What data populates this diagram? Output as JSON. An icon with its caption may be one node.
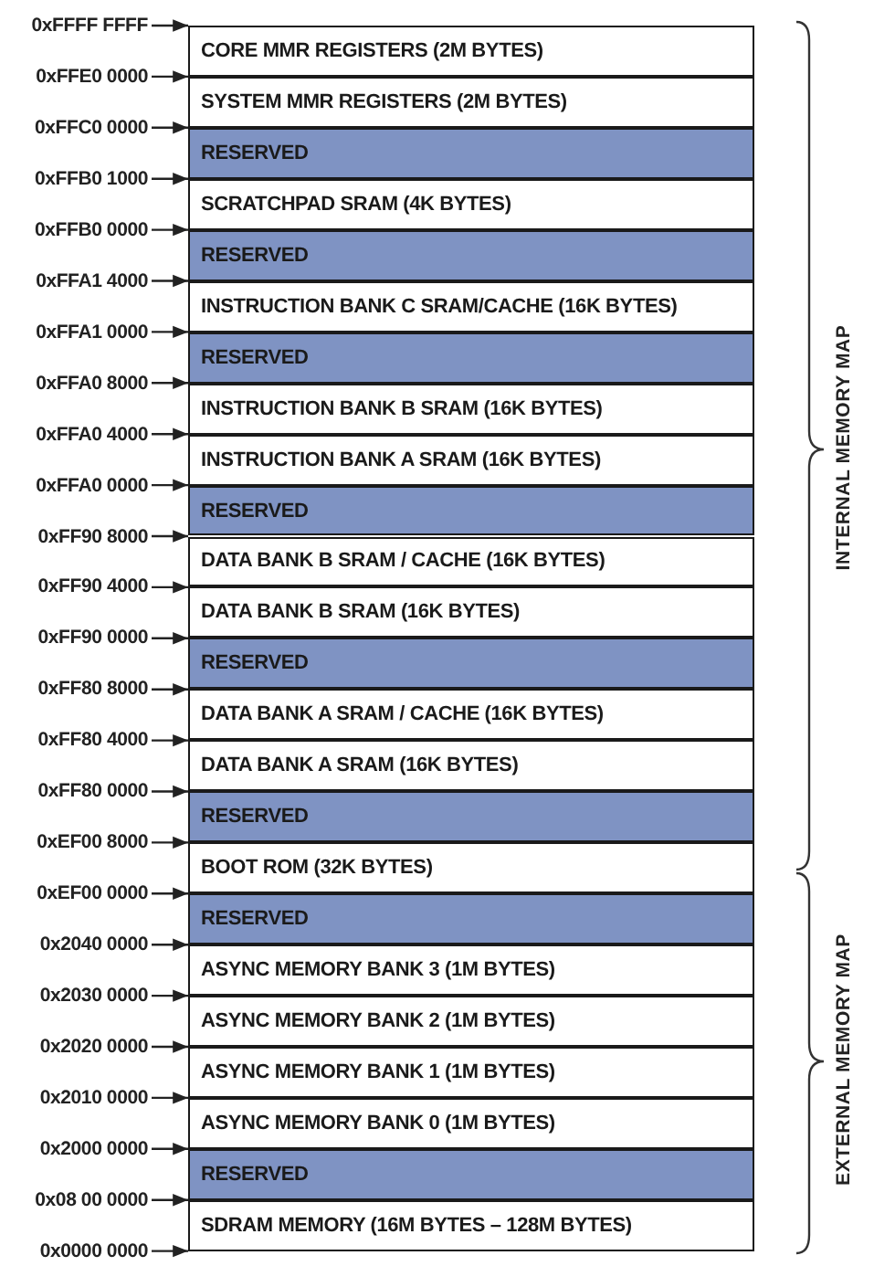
{
  "diagram": {
    "nodes": [
      {
        "text": [
          "CORE MMR REGISTERS (2M BYTES)"
        ]
      },
      {
        "text": [
          "SYSTEM MMR REGISTERS (2M BYTES)"
        ]
      },
      {
        "text": [
          "RESERVED"
        ]
      },
      {
        "text": [
          "SCRATCHPAD SRAM (4K BYTES)"
        ]
      },
      {
        "text": [
          "RESERVED"
        ]
      },
      {
        "text": [
          "INSTRUCTION BANK C SRAM/CACHE (16K BYTES)"
        ]
      },
      {
        "text": [
          "RESERVED"
        ]
      },
      {
        "text": [
          "INSTRUCTION BANK B SRAM (16K BYTES)"
        ]
      },
      {
        "text": [
          "INSTRUCTION BANK A SRAM (16K BYTES)"
        ]
      },
      {
        "text": [
          "RESERVED"
        ]
      },
      {
        "text": [
          "DATA BANK B SRAM / CACHE (16K BYTES)"
        ]
      },
      {
        "text": [
          "DATA BANK B SRAM (16K BYTES)"
        ]
      },
      {
        "text": [
          "RESERVED"
        ]
      },
      {
        "text": [
          "DATA BANK A SRAM / CACHE (16K BYTES)"
        ]
      },
      {
        "text": [
          "DATA BANK A SRAM (16K BYTES)"
        ]
      },
      {
        "text": [
          "RESERVED"
        ]
      },
      {
        "text": [
          "BOOT ROM (32K BYTES)"
        ]
      },
      {
        "text": [
          "RESERVED"
        ]
      },
      {
        "text": [
          "ASYNC MEMORY BANK 3 (1M BYTES)"
        ]
      },
      {
        "text": [
          "ASYNC MEMORY BANK 2 (1M BYTES)"
        ]
      },
      {
        "text": [
          "ASYNC MEMORY BANK 1 (1M BYTES)"
        ]
      },
      {
        "text": [
          "ASYNC MEMORY BANK 0 (1M BYTES)"
        ]
      },
      {
        "text": [
          "RESERVED"
        ]
      },
      {
        "text": [
          "SDRAM MEMORY (16M BYTES – 128M BYTES)"
        ]
      },
      {
        "text": [
          "0xFFFF FFFF"
        ]
      },
      {
        "text": [
          "0xFFE0 0000"
        ]
      },
      {
        "text": [
          "0xFFC0 0000"
        ]
      },
      {
        "text": [
          "0xFFB0 1000"
        ]
      },
      {
        "text": [
          "0xFFB0 0000"
        ]
      },
      {
        "text": [
          "0xFFA1 4000"
        ]
      },
      {
        "text": [
          "0xFFA1 0000"
        ]
      },
      {
        "text": [
          "0xFFA0 8000"
        ]
      },
      {
        "text": [
          "0xFFA0 4000"
        ]
      },
      {
        "text": [
          "0xFFA0 0000"
        ]
      },
      {
        "text": [
          "0xFF90 8000"
        ]
      },
      {
        "text": [
          "0xFF90 4000"
        ]
      },
      {
        "text": [
          "0xFF90 0000"
        ]
      },
      {
        "text": [
          "0xFF80 8000"
        ]
      },
      {
        "text": [
          "0xFF80 4000"
        ]
      },
      {
        "text": [
          "0xFF80 0000"
        ]
      },
      {
        "text": [
          "0xEF00 8000"
        ]
      },
      {
        "text": [
          "0xEF00 0000"
        ]
      },
      {
        "text": [
          "0x2040 0000"
        ]
      },
      {
        "text": [
          "0x2030 0000"
        ]
      },
      {
        "text": [
          "0x2020 0000"
        ]
      },
      {
        "text": [
          "0x2010 0000"
        ]
      },
      {
        "text": [
          "0x2000 0000"
        ]
      },
      {
        "text": [
          "0x08 00 0000"
        ]
      },
      {
        "text": [
          "0x0000 0000"
        ]
      }
    ],
    "edges": [
      {
        "from": 24,
        "to": 0,
        "arrow": "to"
      },
      {
        "from": 25,
        "to": 1,
        "arrow": "to"
      },
      {
        "from": 26,
        "to": 2,
        "arrow": "to"
      },
      {
        "from": 27,
        "to": 3,
        "arrow": "to"
      },
      {
        "from": 28,
        "to": 4,
        "arrow": "to"
      },
      {
        "from": 29,
        "to": 5,
        "arrow": "to"
      },
      {
        "from": 30,
        "to": 6,
        "arrow": "to"
      },
      {
        "from": 31,
        "to": 7,
        "arrow": "to"
      },
      {
        "from": 32,
        "to": 8,
        "arrow": "to"
      },
      {
        "from": 33,
        "to": 9,
        "arrow": "to"
      },
      {
        "from": 34,
        "to": 10,
        "arrow": "to"
      },
      {
        "from": 35,
        "to": 11,
        "arrow": "to"
      },
      {
        "from": 36,
        "to": 12,
        "arrow": "to"
      },
      {
        "from": 37,
        "to": 13,
        "arrow": "to"
      },
      {
        "from": 38,
        "to": 14,
        "arrow": "to"
      },
      {
        "from": 39,
        "to": 15,
        "arrow": "to"
      },
      {
        "from": 40,
        "to": 16,
        "arrow": "to"
      },
      {
        "from": 41,
        "to": 17,
        "arrow": "to"
      },
      {
        "from": 42,
        "to": 18,
        "arrow": "to"
      },
      {
        "from": 43,
        "to": 19,
        "arrow": "to"
      },
      {
        "from": 44,
        "to": 20,
        "arrow": "to"
      },
      {
        "from": 45,
        "to": 21,
        "arrow": "to"
      },
      {
        "from": 46,
        "to": 22,
        "arrow": "to"
      },
      {
        "from": 47,
        "to": 23,
        "arrow": "to"
      },
      {
        "from": 48,
        "to": 23,
        "arrow": "to"
      }
    ],
    "labels": [
      "INTERNAL MEMORY MAP",
      "EXTERNAL MEMORY MAP"
    ]
  }
}
